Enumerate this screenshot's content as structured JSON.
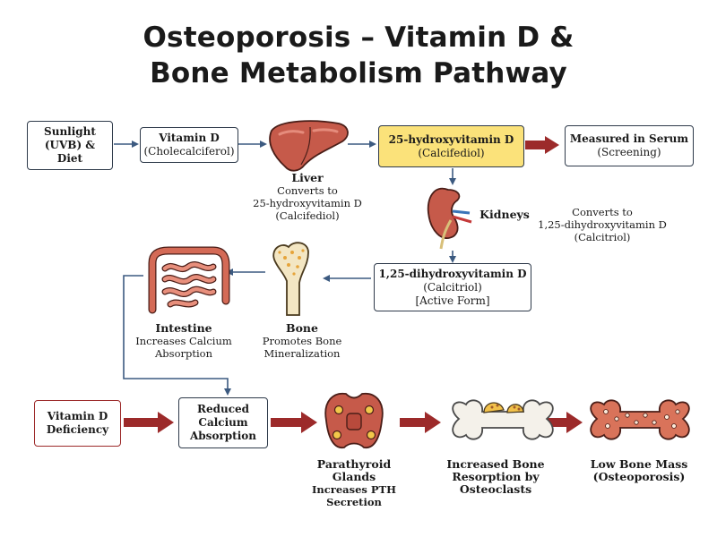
{
  "title": {
    "line1": "Osteoporosis – Vitamin D &",
    "line2": "Bone Metabolism Pathway"
  },
  "nodes": {
    "sunlight": {
      "l1": "Sunlight",
      "l2": "(UVB) &",
      "l3": "Diet"
    },
    "vitamin_d": {
      "main": "Vitamin D",
      "sub": "(Cholecalciferol)"
    },
    "hydroxy25": {
      "main": "25-hydroxyvitamin D",
      "sub": "(Calcifediol)"
    },
    "serum": {
      "main": "Measured in Serum",
      "sub": "(Screening)"
    },
    "calcitriol": {
      "main": "1,25-dihydroxyvitamin D",
      "sub": "(Calcitriol)",
      "note": "[Active Form]"
    },
    "deficiency": {
      "l1": "Vitamin D",
      "l2": "Deficiency"
    },
    "reduced": {
      "l1": "Reduced",
      "l2": "Calcium",
      "l3": "Absorption"
    }
  },
  "labels": {
    "liver": {
      "name": "Liver",
      "d1": "Converts to",
      "d2": "25-hydroxyvitamin D",
      "d3": "(Calcifediol)"
    },
    "kidneys": {
      "name": "Kidneys"
    },
    "kidney_desc": {
      "d1": "Converts to",
      "d2": "1,25-dihydroxyvitamin D",
      "d3": "(Calcitriol)"
    },
    "intestine": {
      "name": "Intestine",
      "d1": "Increases Calcium",
      "d2": "Absorption"
    },
    "bone": {
      "name": "Bone",
      "d1": "Promotes Bone",
      "d2": "Mineralization"
    },
    "parathyroid": {
      "n1": "Parathyroid",
      "n2": "Glands",
      "d1": "Increases PTH",
      "d2": "Secretion"
    },
    "resorption": {
      "n1": "Increased Bone",
      "n2": "Resorption by",
      "n3": "Osteoclasts"
    },
    "low_bone": {
      "n1": "Low Bone Mass",
      "n2": "(Osteoporosis)"
    }
  },
  "colors": {
    "box_border": "#2e3a4a",
    "highlight_fill": "#fbe27a",
    "arrow_blue": "#3c5a80",
    "arrow_red": "#9c2a2a",
    "organ_red": "#c65a4a",
    "bone_fill": "#f3e6c3"
  },
  "icons": [
    "liver-icon",
    "kidney-icon",
    "intestine-icon",
    "bone-icon",
    "parathyroid-icon",
    "bone-resorption-icon",
    "osteoporotic-bone-icon"
  ]
}
